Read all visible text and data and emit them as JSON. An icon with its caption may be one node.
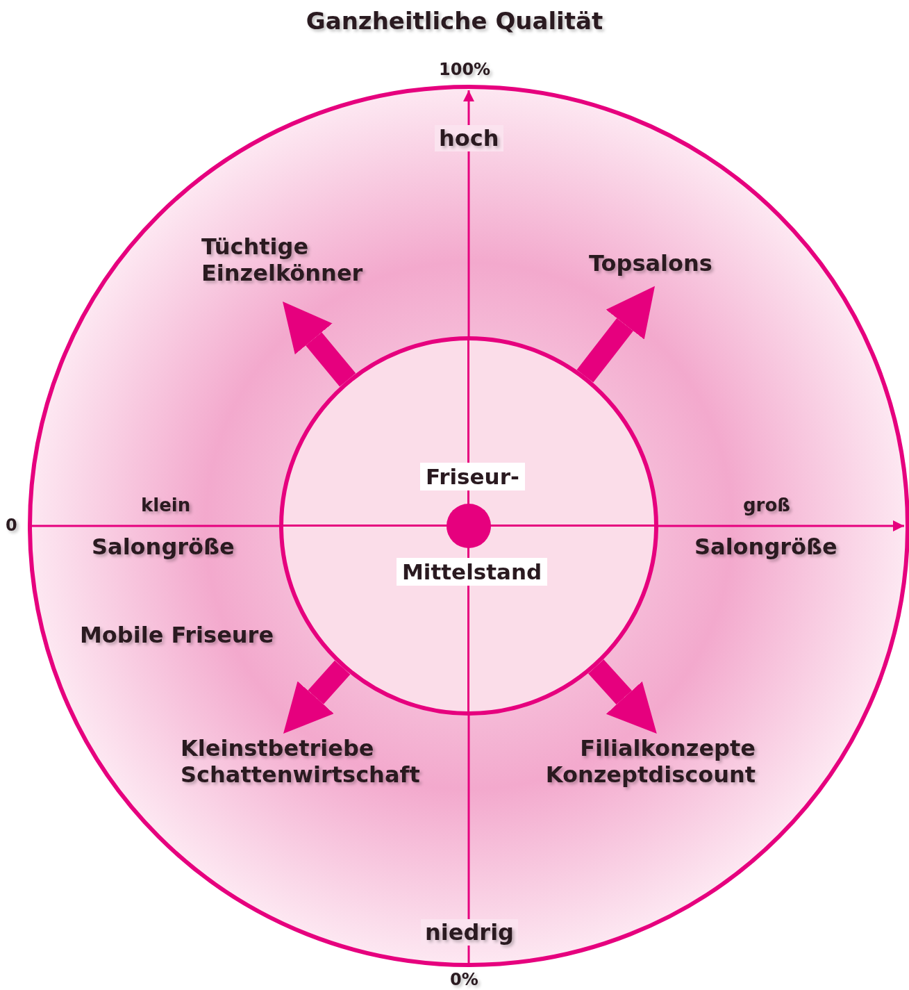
{
  "diagram": {
    "title": "Ganzheitliche Qualität",
    "nodes": [
      {
        "text": [
          "Friseur-",
          "Mittelstand"
        ]
      },
      {
        "text": [
          "Tüchtige Einzelkönner"
        ]
      },
      {
        "text": [
          "Topsalons"
        ]
      },
      {
        "text": [
          "Kleinstbetriebe Schattenwirtschaft"
        ]
      },
      {
        "text": [
          "Filialkonzepte Konzeptdiscount"
        ]
      }
    ],
    "edges": [
      {
        "from": 0,
        "to": 1,
        "arrow": "to"
      },
      {
        "from": 0,
        "to": 2,
        "arrow": "to"
      },
      {
        "from": 0,
        "to": 3,
        "arrow": "to"
      },
      {
        "from": 0,
        "to": 4,
        "arrow": "to"
      }
    ],
    "labels": [
      "100%",
      "hoch",
      "0",
      "klein",
      "Salongröße",
      "groß",
      "Salongröße",
      "Mobile Friseure",
      "niedrig",
      "0%"
    ]
  }
}
